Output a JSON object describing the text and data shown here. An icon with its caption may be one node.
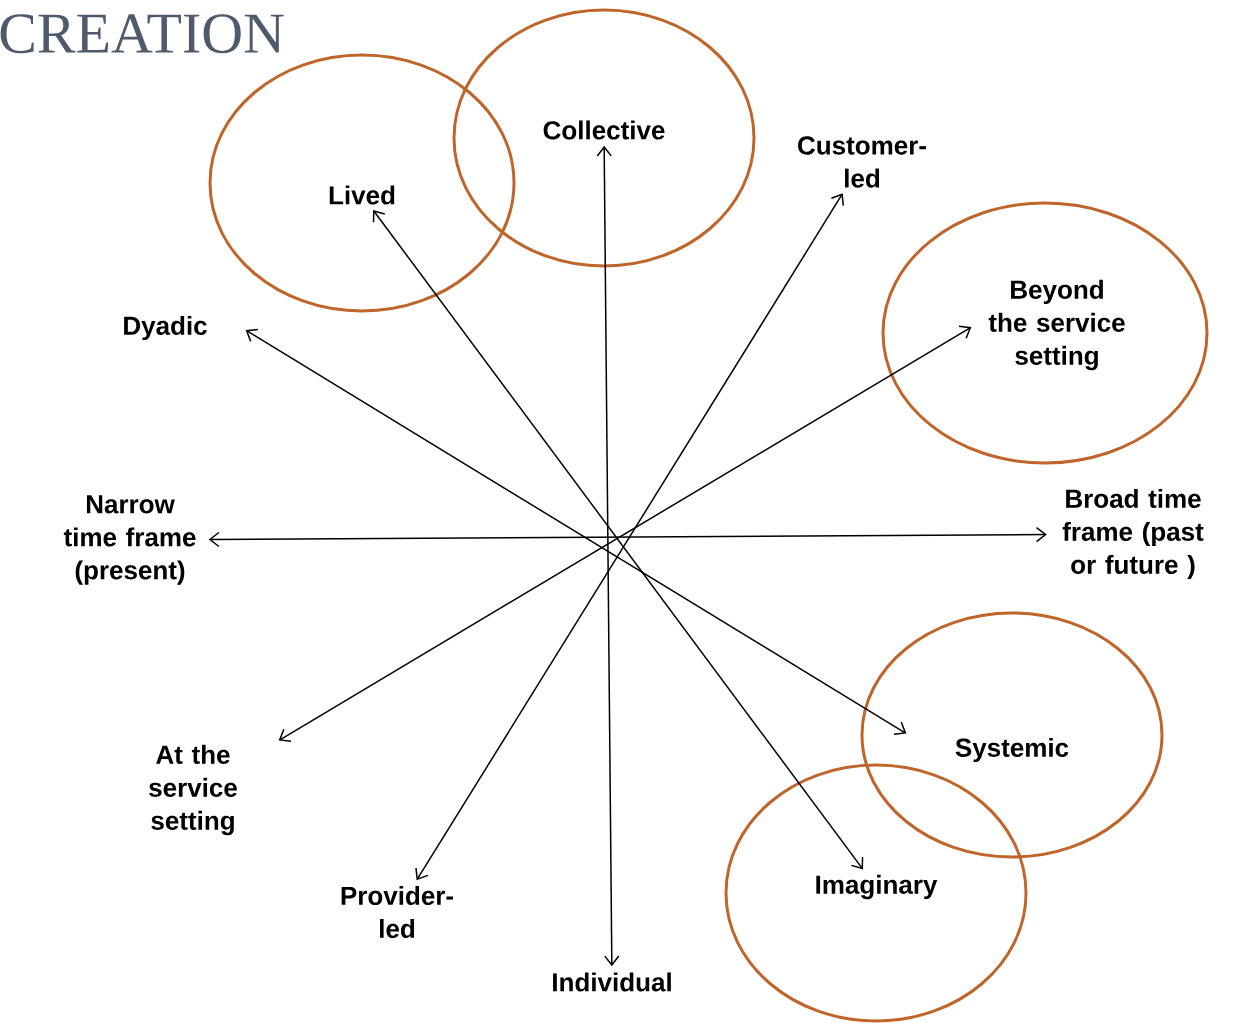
{
  "diagram": {
    "title": "CREATION",
    "nodes": [
      {
        "text": [
          "Lived"
        ]
      },
      {
        "text": [
          "Collective"
        ]
      },
      {
        "text": [
          "Customer-led"
        ]
      },
      {
        "text": [
          "Beyond the service setting"
        ]
      },
      {
        "text": [
          "Dyadic"
        ]
      },
      {
        "text": [
          "Narrow time frame (present)"
        ]
      },
      {
        "text": [
          "Broad time frame (past or future )"
        ]
      },
      {
        "text": [
          "At the service setting"
        ]
      },
      {
        "text": [
          "Systemic"
        ]
      },
      {
        "text": [
          "Provider-led"
        ]
      },
      {
        "text": [
          "Imaginary"
        ]
      },
      {
        "text": [
          "Individual"
        ]
      }
    ],
    "edges": [
      {
        "from": 0,
        "to": 10,
        "arrow": "both"
      },
      {
        "from": 1,
        "to": 11,
        "arrow": "both"
      },
      {
        "from": 2,
        "to": 9,
        "arrow": "both"
      },
      {
        "from": 3,
        "to": 7,
        "arrow": "both"
      },
      {
        "from": 4,
        "to": 8,
        "arrow": "both"
      },
      {
        "from": 5,
        "to": 6,
        "arrow": "both"
      }
    ]
  }
}
